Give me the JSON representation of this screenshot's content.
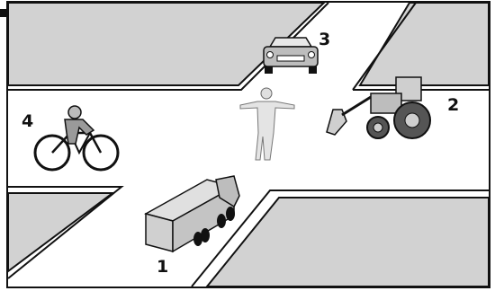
{
  "labels": {
    "truck": "1",
    "tractor": "2",
    "car": "3",
    "cyclist": "4"
  },
  "colors": {
    "road": "#ffffff",
    "block": "#d2d2d2",
    "outline": "#111111",
    "vehicle_fill": "#c8c8c8"
  },
  "icons": [
    "truck-icon",
    "tractor-icon",
    "car-icon",
    "cyclist-icon",
    "traffic-controller-icon"
  ]
}
